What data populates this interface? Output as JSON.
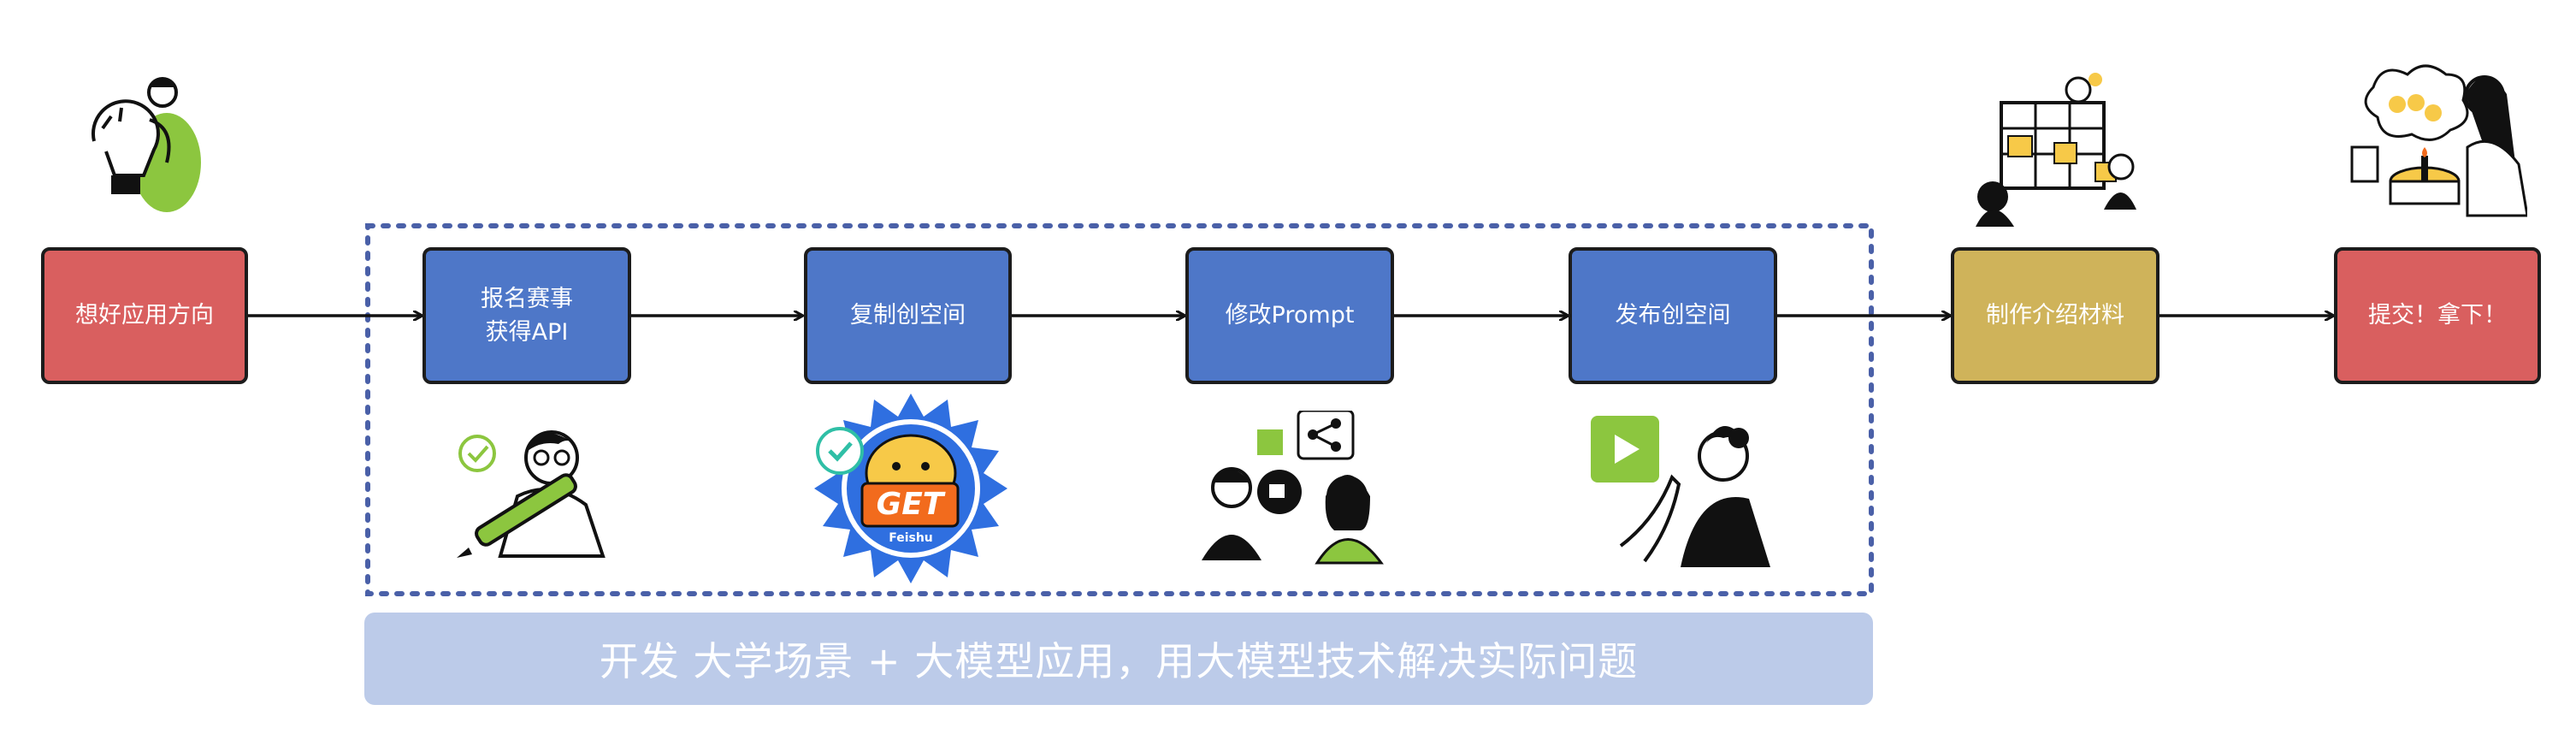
{
  "nodes": [
    {
      "id": "idea",
      "label": "想好应用方向",
      "color": "#d95f5f"
    },
    {
      "id": "register",
      "label_line1": "报名赛事",
      "label_line2": "获得API",
      "color": "#4e77c8"
    },
    {
      "id": "copy",
      "label": "复制创空间",
      "color": "#4e77c8"
    },
    {
      "id": "prompt",
      "label": "修改Prompt",
      "color": "#4e77c8"
    },
    {
      "id": "publish",
      "label": "发布创空间",
      "color": "#4e77c8"
    },
    {
      "id": "materials",
      "label": "制作介绍材料",
      "color": "#cfb35a"
    },
    {
      "id": "submit",
      "label": "提交！拿下！",
      "color": "#d95f5f"
    }
  ],
  "edges": [
    [
      "idea",
      "register"
    ],
    [
      "register",
      "copy"
    ],
    [
      "copy",
      "prompt"
    ],
    [
      "prompt",
      "publish"
    ],
    [
      "publish",
      "materials"
    ],
    [
      "materials",
      "submit"
    ]
  ],
  "banner": {
    "text": "开发 大学场景 + 大模型应用，用大模型技术解决实际问题"
  },
  "badge": {
    "main": "GET",
    "sub": "Feishu"
  },
  "illustrations": {
    "idea": "thinking-person-lightbulb-icon",
    "register": "person-holding-pencil-icon",
    "copy": "get-sun-badge-icon",
    "prompt": "people-video-call-share-icon",
    "publish": "person-tapping-play-icon",
    "materials": "people-with-notes-board-icon",
    "submit": "good-job-celebration-icon"
  }
}
